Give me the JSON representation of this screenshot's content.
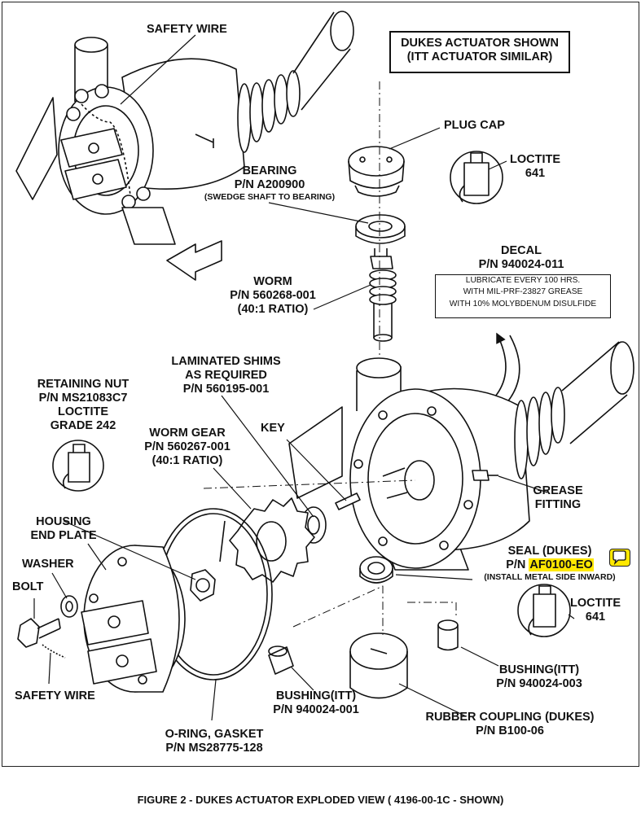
{
  "note_box": {
    "line1": "DUKES ACTUATOR SHOWN",
    "line2": "(ITT ACTUATOR SIMILAR)"
  },
  "labels": {
    "safety_wire_top": "SAFETY WIRE",
    "plug_cap": "PLUG CAP",
    "loctite_top": {
      "line1": "LOCTITE",
      "line2": "641"
    },
    "bearing": {
      "line1": "BEARING",
      "line2": "P/N  A200900",
      "line3": "(SWEDGE SHAFT TO BEARING)"
    },
    "decal": {
      "line1": "DECAL",
      "line2": "P/N 940024-011"
    },
    "decal_text": {
      "line1": "LUBRICATE EVERY 100 HRS.",
      "line2": "WITH MIL-PRF-23827 GREASE",
      "line3": "WITH 10% MOLYBDENUM DISULFIDE"
    },
    "worm": {
      "line1": "WORM",
      "line2": "P/N  560268-001",
      "line3": "(40:1 RATIO)"
    },
    "shims": {
      "line1": "LAMINATED SHIMS",
      "line2": "AS REQUIRED",
      "line3": "P/N 560195-001"
    },
    "retaining_nut": {
      "line1": "RETAINING NUT",
      "line2": "P/N MS21083C7",
      "line3": "LOCTITE",
      "line4": "GRADE 242"
    },
    "worm_gear": {
      "line1": "WORM GEAR",
      "line2": "P/N 560267-001",
      "line3": "(40:1 RATIO)"
    },
    "key": "KEY",
    "grease_fitting": {
      "line1": "GREASE",
      "line2": "FITTING"
    },
    "housing": {
      "line1": "HOUSING",
      "line2": "END PLATE"
    },
    "washer": "WASHER",
    "bolt": "BOLT",
    "seal": {
      "line1": "SEAL (DUKES)",
      "line2_prefix": "P/N ",
      "line2_highlight": "AF0100-EO",
      "line3": "(INSTALL METAL SIDE INWARD)"
    },
    "loctite_bottom": {
      "line1": "LOCTITE",
      "line2": "641"
    },
    "safety_wire_bottom": "SAFETY WIRE",
    "bushing_itt_right": {
      "line1": "BUSHING(ITT)",
      "line2": "P/N 940024-003"
    },
    "bushing_itt_left": {
      "line1": "BUSHING(ITT)",
      "line2": "P/N 940024-001"
    },
    "o_ring": {
      "line1": "O-RING, GASKET",
      "line2": "P/N MS28775-128"
    },
    "rubber_coupling": {
      "line1": "RUBBER COUPLING (DUKES)",
      "line2": "P/N B100-06"
    }
  },
  "caption": "FIGURE 2 - DUKES ACTUATOR EXPLODED VIEW ( 4196-00-1C - SHOWN)",
  "colors": {
    "highlight": "#ffe800",
    "ink": "#111111"
  }
}
